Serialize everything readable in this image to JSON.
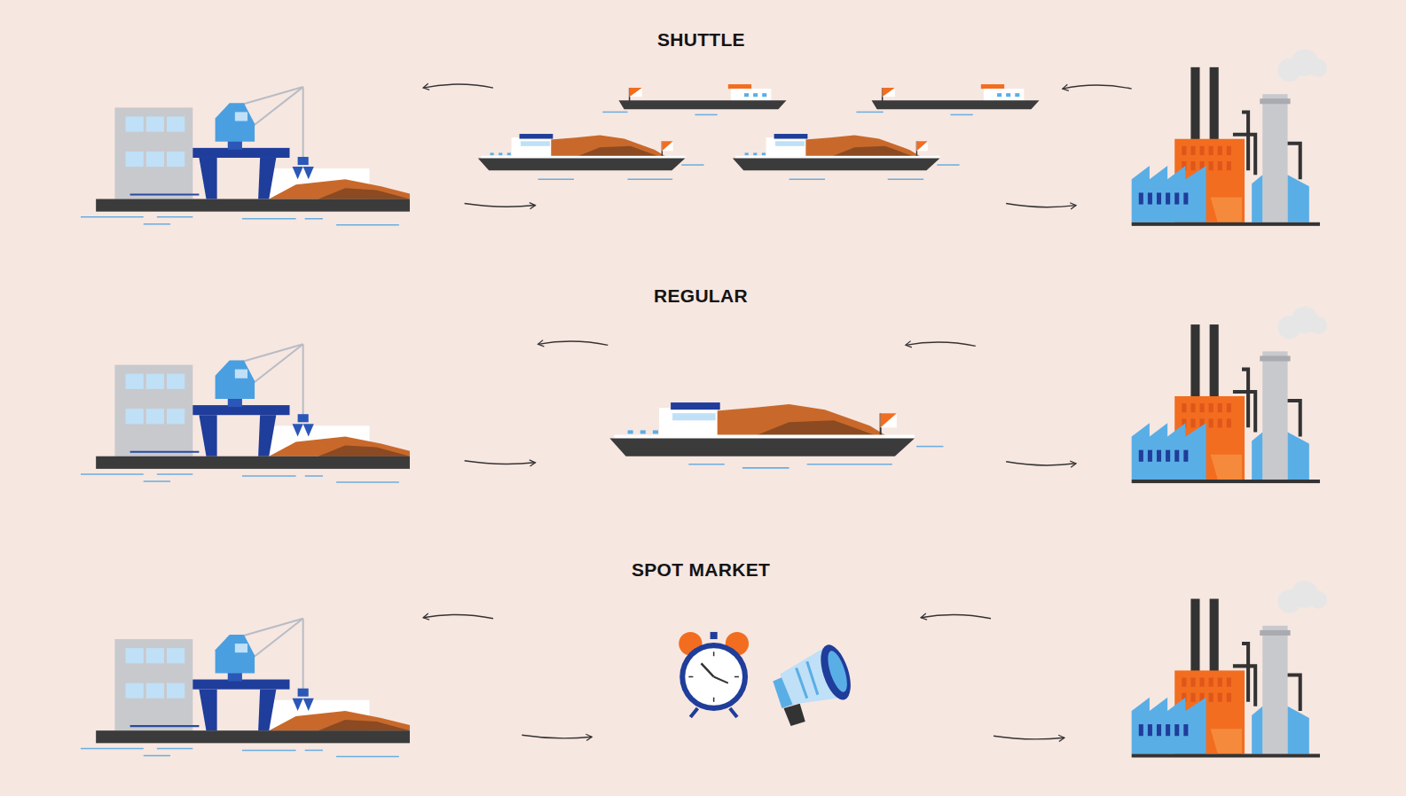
{
  "diagram": {
    "labels": [
      "SHUTTLE",
      "REGULAR",
      "SPOT MARKET"
    ]
  }
}
